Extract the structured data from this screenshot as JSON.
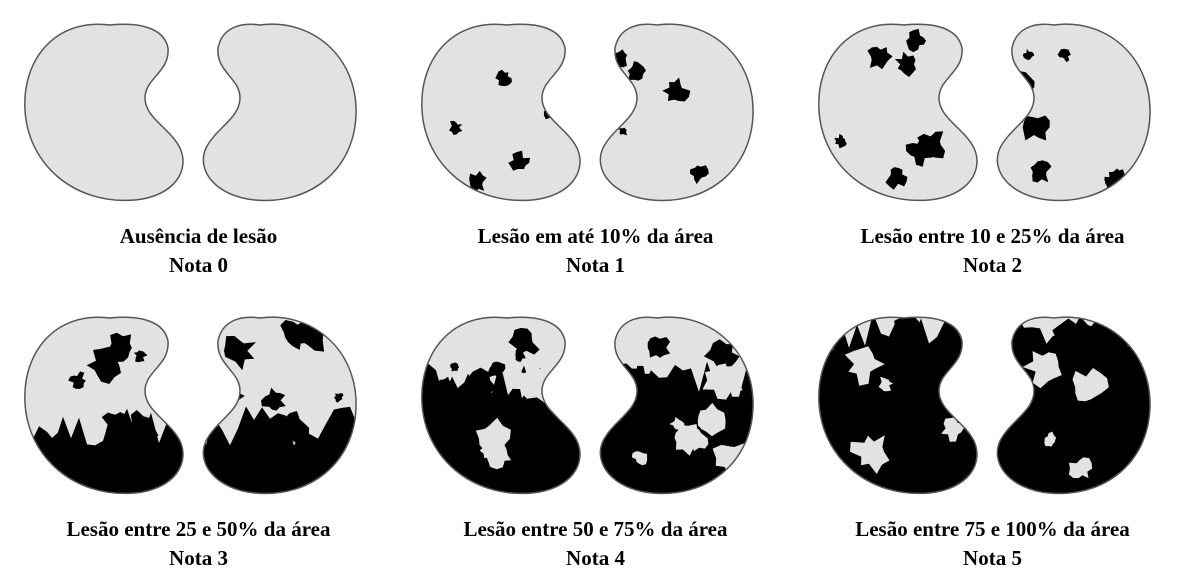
{
  "colors": {
    "healthy": "#e2e2e2",
    "lesion": "#000000",
    "outline": "#555555"
  },
  "panels": [
    {
      "caption": "Ausência de lesão",
      "score": "Nota 0",
      "lesion_fraction": 0.0
    },
    {
      "caption": "Lesão em até 10% da área",
      "score": "Nota 1",
      "lesion_fraction": 0.07
    },
    {
      "caption": "Lesão entre 10 e 25% da área",
      "score": "Nota 2",
      "lesion_fraction": 0.18
    },
    {
      "caption": "Lesão entre 25 e 50% da área",
      "score": "Nota 3",
      "lesion_fraction": 0.38
    },
    {
      "caption": "Lesão entre 50 e 75% da área",
      "score": "Nota 4",
      "lesion_fraction": 0.62
    },
    {
      "caption": "Lesão entre 75 e 100% da área",
      "score": "Nota 5",
      "lesion_fraction": 0.88
    }
  ]
}
